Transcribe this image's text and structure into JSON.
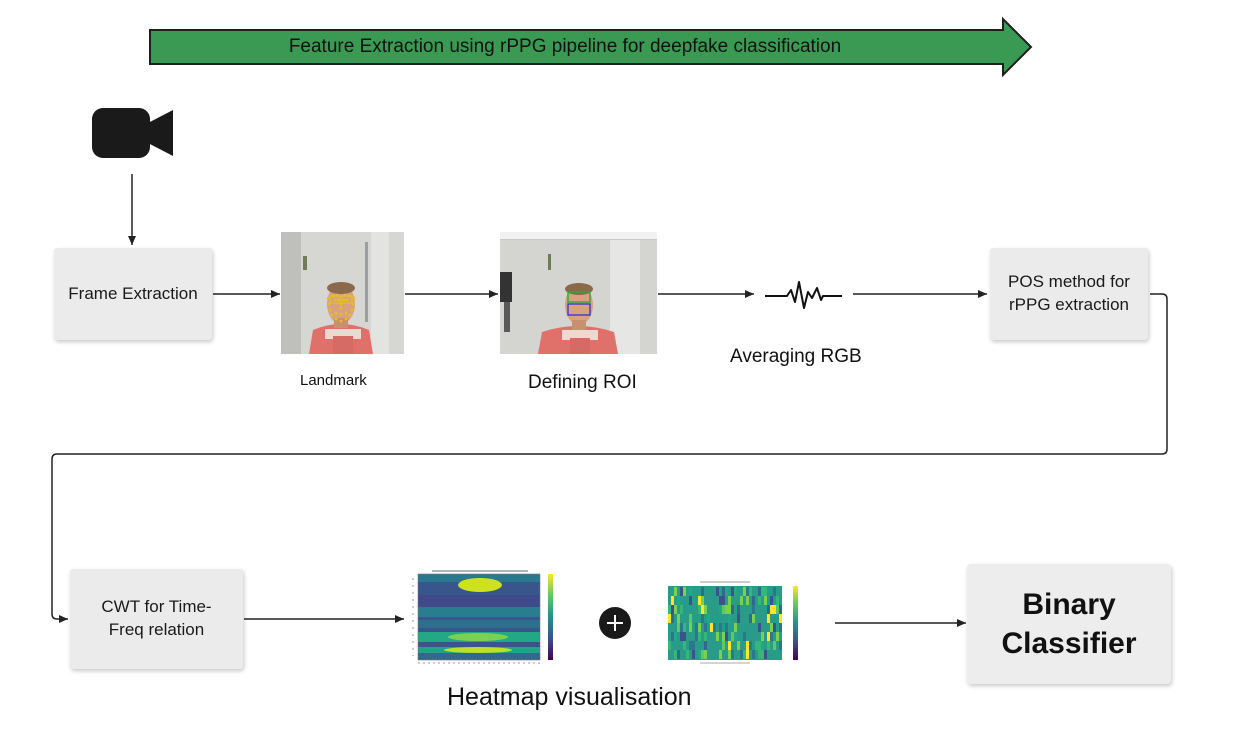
{
  "banner": {
    "text": "Feature Extraction using rPPG pipeline for deepfake classification",
    "color": "#3a9a54"
  },
  "icons": {
    "camera": "video-camera-icon",
    "signal": "waveform-icon",
    "plus": "plus-icon"
  },
  "steps": {
    "frame_extraction": "Frame Extraction",
    "pos_line1": "POS method for",
    "pos_line2": "rPPG extraction",
    "cwt_line1": "CWT for Time-",
    "cwt_line2": "Freq relation",
    "classifier_line1": "Binary",
    "classifier_line2": "Classifier"
  },
  "captions": {
    "landmark": "Landmark",
    "roi": "Defining ROI",
    "averaging": "Averaging RGB",
    "heatmap": "Heatmap visualisation"
  },
  "thumb_colors": {
    "bg": "#d9dad6",
    "shirt": "#e0706a",
    "skin": "#d8a27e",
    "landmarks": "#e8c21a",
    "roi_green": "#2ea83a",
    "roi_blue": "#3b3bd0"
  }
}
